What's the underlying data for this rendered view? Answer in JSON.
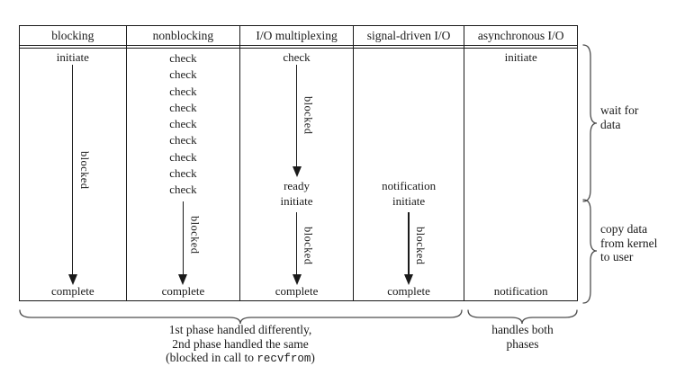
{
  "colors": {
    "ink": "#1a1a1a",
    "brace": "#4d4d4d",
    "background": "#ffffff"
  },
  "columns": [
    {
      "header": "blocking",
      "top": "initiate",
      "blocked": "blocked",
      "bottom": "complete"
    },
    {
      "header": "nonblocking",
      "checks": [
        "check",
        "check",
        "check",
        "check",
        "check",
        "check",
        "check",
        "check",
        "check"
      ],
      "blocked": "blocked",
      "bottom": "complete"
    },
    {
      "header": "I/O multiplexing",
      "top": "check",
      "blocked1": "blocked",
      "mid1": "ready",
      "mid2": "initiate",
      "blocked2": "blocked",
      "bottom": "complete"
    },
    {
      "header": "signal-driven I/O",
      "mid1": "notification",
      "mid2": "initiate",
      "blocked": "blocked",
      "bottom": "complete"
    },
    {
      "header": "asynchronous I/O",
      "top": "initiate",
      "bottom": "notification"
    }
  ],
  "side_labels": {
    "wait_line1": "wait for",
    "wait_line2": "data",
    "copy_line1": "copy data",
    "copy_line2": "from kernel",
    "copy_line3": "to user"
  },
  "bottom_labels": {
    "left_line1": "1st phase handled differently,",
    "left_line2": "2nd phase handled the same",
    "left_line3_pre": "(blocked in call to ",
    "left_line3_code": "recvfrom",
    "left_line3_post": ")",
    "right_line1": "handles both",
    "right_line2": "phases"
  }
}
